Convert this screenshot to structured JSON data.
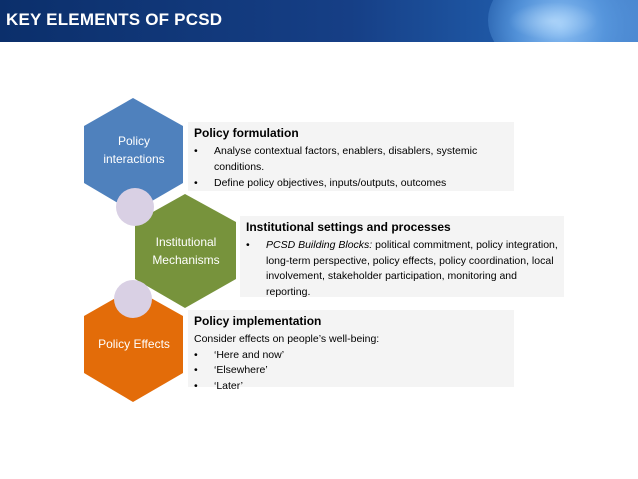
{
  "header": {
    "title": "KEY ELEMENTS OF PCSD"
  },
  "hexagons": [
    {
      "label_line1": "Policy",
      "label_line2": "interactions",
      "color": "#4f81bd"
    },
    {
      "label_line1": "Institutional",
      "label_line2": "Mechanisms",
      "color": "#77933c"
    },
    {
      "label_line1": "Policy Effects",
      "label_line2": "",
      "color": "#e36c09"
    }
  ],
  "connector_color": "#d9d0e4",
  "panels": {
    "formulation": {
      "title": "Policy formulation",
      "bullets": [
        "Analyse contextual factors, enablers, disablers, systemic conditions.",
        " Define policy objectives, inputs/outputs, outcomes"
      ]
    },
    "institutional": {
      "title": "Institutional settings and processes",
      "bullet_italic": "PCSD Building Blocks:",
      "bullet_rest": " political commitment, policy integration, long-term perspective, policy effects, policy coordination, local involvement, stakeholder participation, monitoring and reporting."
    },
    "implementation": {
      "title": "Policy implementation",
      "intro": "Consider effects on people’s well-being:",
      "bullets": [
        "‘Here and now’",
        "‘Elsewhere’",
        "‘Later’"
      ]
    }
  },
  "bullet_symbol": "•"
}
